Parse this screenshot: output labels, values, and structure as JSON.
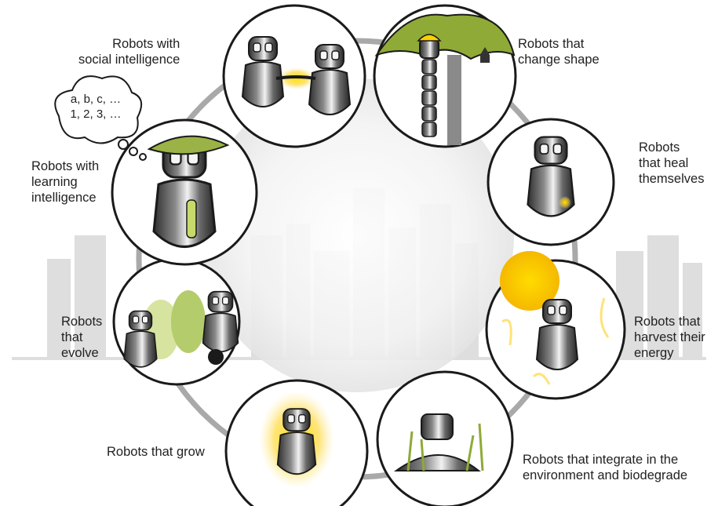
{
  "colors": {
    "skyline": "#dedede",
    "ring": "#a9a9a9",
    "circle_stroke": "#1a1a1a",
    "robot_dark": "#3a3a3a",
    "robot_light": "#e8e8e8",
    "glow": "#ffd000",
    "leaf": "#8faa36",
    "hat": "#9bb346"
  },
  "labels": {
    "social": "Robots with\nsocial intelligence",
    "shape": "Robots that\nchange shape",
    "heal": "Robots\nthat heal\nthemselves",
    "harvest": "Robots that\nharvest their\nenergy",
    "biodegrade": "Robots that integrate in the\nenvironment and biodegrade",
    "grow": "Robots that grow",
    "evolve": "Robots\nthat\nevolve",
    "learning": "Robots with\nlearning\nintelligence",
    "thought": "a, b, c, …\n1, 2, 3, …"
  },
  "icons": [
    "robot-icon",
    "tree-icon",
    "cat-icon",
    "sun-icon",
    "grass-icon",
    "thought-bubble-icon",
    "graduation-cap-icon",
    "diploma-icon"
  ]
}
